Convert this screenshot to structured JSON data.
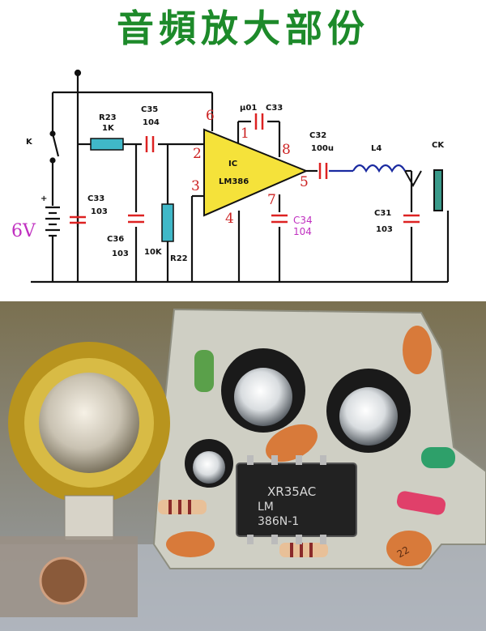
{
  "title": "音頻放大部份",
  "schematic": {
    "voltage": "6V",
    "switch_label": "K",
    "components": {
      "R23": {
        "name": "R23",
        "value": "1K"
      },
      "C35": {
        "name": "C35",
        "value": "104"
      },
      "C33_left": {
        "name": "C33",
        "value": "103"
      },
      "C36": {
        "name": "C36",
        "value": "103"
      },
      "R22": {
        "name": "R22",
        "value": "10K"
      },
      "C33_top": {
        "name": "C33",
        "value": "μ01"
      },
      "IC": {
        "name": "IC",
        "value": "LM386"
      },
      "C34": {
        "name": "C34",
        "value": "104"
      },
      "C32": {
        "name": "C32",
        "value": "100u"
      },
      "L4": {
        "name": "L4"
      },
      "C31": {
        "name": "C31",
        "value": "103"
      },
      "CK": {
        "name": "CK"
      }
    },
    "pins": [
      "1",
      "2",
      "3",
      "4",
      "5",
      "6",
      "7",
      "8"
    ]
  },
  "photo": {
    "chip_marking_line1": "XR35AC",
    "chip_marking_line2": "LM",
    "chip_marking_line3": "386N-1",
    "cap_marking": "22",
    "colors": {
      "ic_triangle": "#f5e23a",
      "capacitor": "#dd2222",
      "resistor": "#40b8c8",
      "inductor": "#1a2aa0"
    }
  }
}
